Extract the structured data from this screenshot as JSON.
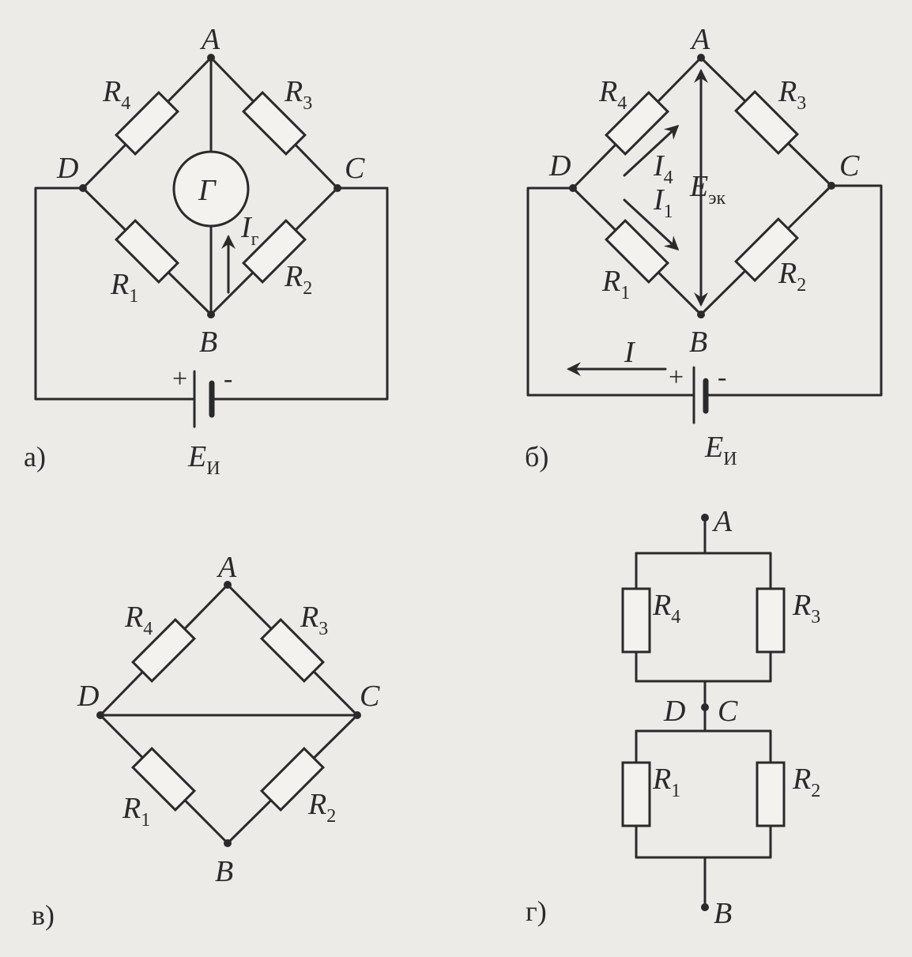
{
  "colors": {
    "ink": "#2a2a2a",
    "paper": "#ecebe8"
  },
  "labels": {
    "A": "A",
    "B": "B",
    "C": "C",
    "D": "D",
    "R": "R",
    "sub1": "1",
    "sub2": "2",
    "sub3": "3",
    "sub4": "4",
    "galvanometer": "Г",
    "I": "I",
    "sub_g": "г",
    "E": "E",
    "sub_i": "И",
    "sub_ek": "эк",
    "plus": "+",
    "minus": "-"
  },
  "captions": {
    "a": "а)",
    "b": "б)",
    "v": "в)",
    "g": "г)"
  }
}
